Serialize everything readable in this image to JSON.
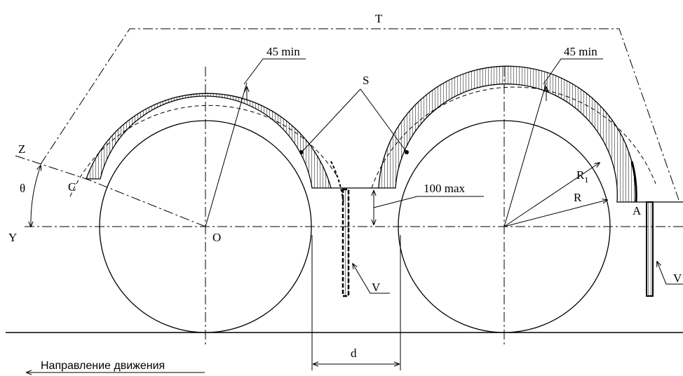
{
  "labels": {
    "T": "T",
    "S": "S",
    "Z": "Z",
    "theta": "θ",
    "C": "C",
    "Y": "Y",
    "O": "O",
    "A": "A",
    "V_left": "V",
    "V_right": "V",
    "d": "d",
    "R1": "R",
    "R1_sub": "1",
    "R": "R",
    "min_left": "45 min",
    "min_right": "45 min",
    "max": "100 max",
    "direction": "Направление движения"
  }
}
